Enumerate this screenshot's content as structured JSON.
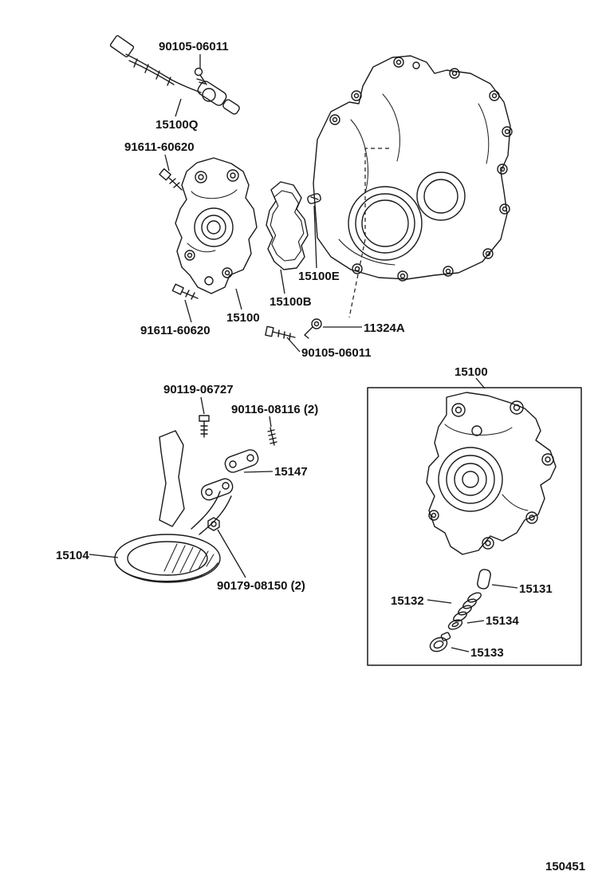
{
  "figure_number": "150451",
  "part_labels": {
    "bolt_90105_top": "90105-06011",
    "sensor_15100q": "15100Q",
    "bolt_91611_upper": "91611-60620",
    "seal_15100e": "15100E",
    "gasket_15100b": "15100B",
    "pump_15100": "15100",
    "bolt_91611_lower": "91611-60620",
    "clamp_11324a": "11324A",
    "bolt_90105_mid": "90105-06011",
    "pump_box_15100": "15100",
    "valve_15131": "15131",
    "spring_15132": "15132",
    "washer_15134": "15134",
    "plug_15133": "15133",
    "bolt_90119": "90119-06727",
    "stud_90116": "90116-08116 (2)",
    "gasket_15147": "15147",
    "strainer_15104": "15104",
    "nut_90179": "90179-08150 (2)"
  }
}
